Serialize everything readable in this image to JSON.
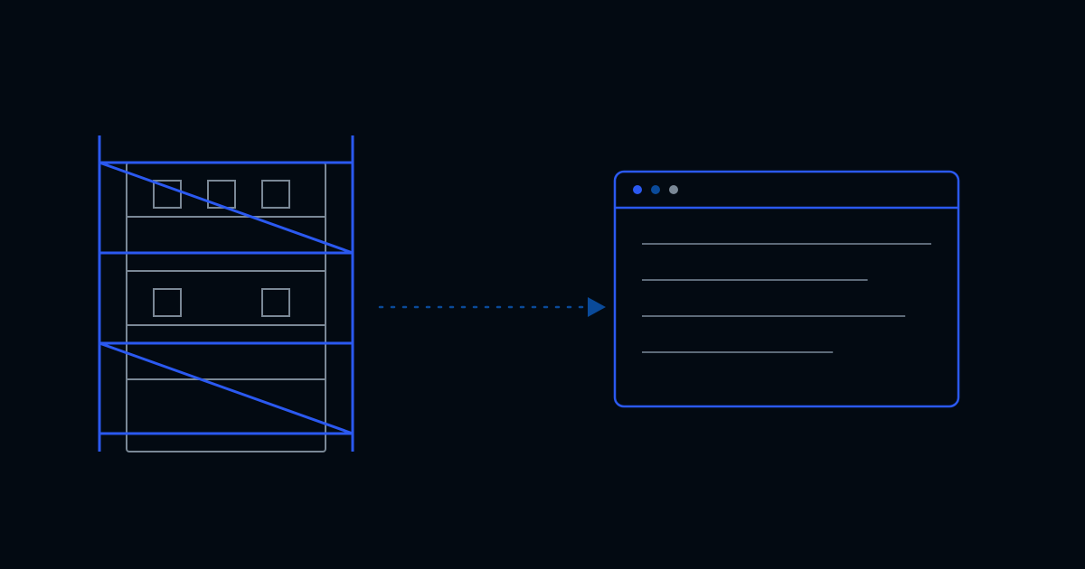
{
  "colors": {
    "background": "#030a12",
    "scaffold_blue": "#2b59f0",
    "building_gray": "#7a8896",
    "arrow_blue": "#0a4a99",
    "window_border": "#2b59f0",
    "text_line_gray": "#5d6a78",
    "dot_1": "#2b59f0",
    "dot_2": "#0a4a99",
    "dot_3": "#7a8896"
  },
  "icons": {
    "left": "scaffolding-building-icon",
    "middle": "dotted-arrow-icon",
    "right": "browser-window-icon"
  },
  "browser_window": {
    "text_line_lengths": [
      1.0,
      0.78,
      0.91,
      0.66
    ]
  }
}
